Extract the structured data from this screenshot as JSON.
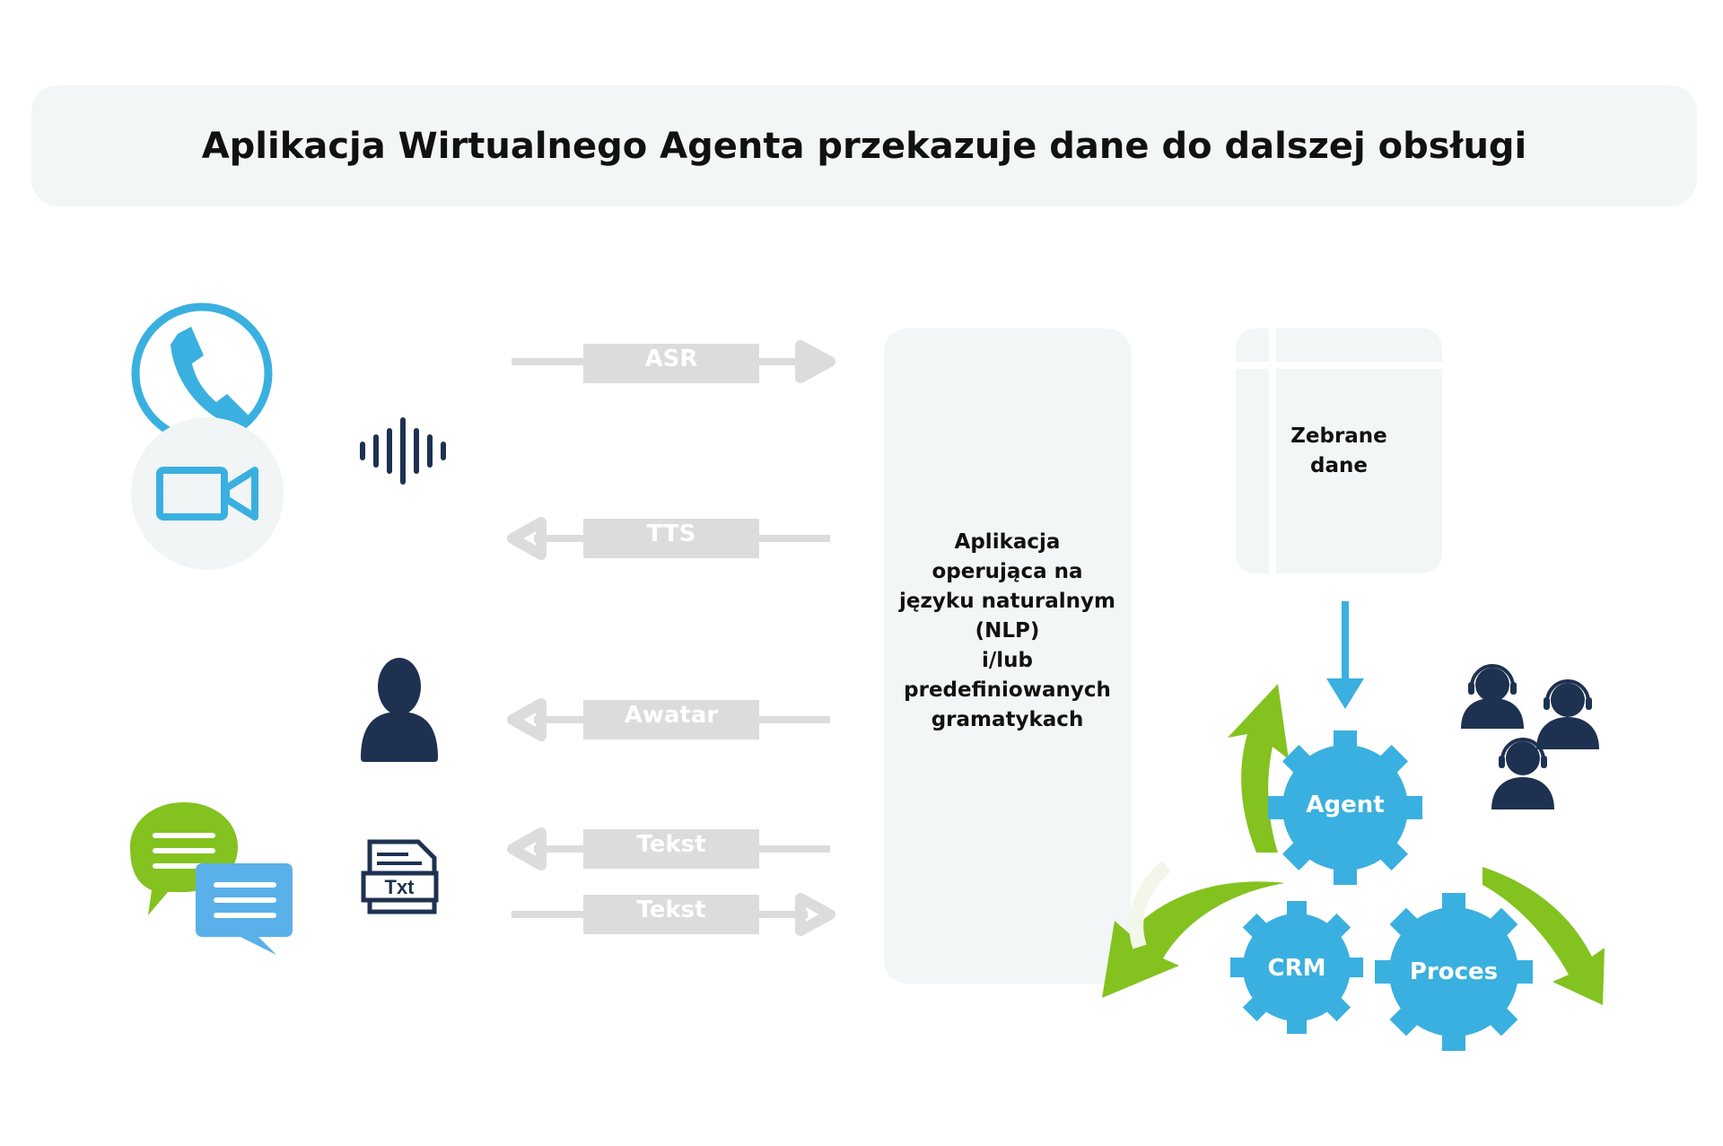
{
  "title": "Aplikacja Wirtualnego Agenta przekazuje dane do dalszej obsługi",
  "arrows": {
    "asr": "ASR",
    "tts": "TTS",
    "awatar": "Awatar",
    "tekst_in": "Tekst",
    "tekst_out": "Tekst"
  },
  "nlp_box": "Aplikacja\noperująca na\njęzyku naturalnym\n(NLP)\ni/lub\npredefiniowanych\ngramatykach",
  "collected_box": "Zebrane\ndane",
  "txt_icon_label": "Txt",
  "gears": {
    "agent": "Agent",
    "crm": "CRM",
    "proces": "Proces"
  },
  "colors": {
    "blue": "#3ab0e0",
    "navy": "#1e3150",
    "green": "#84c21f",
    "gray_arrow": "#dcdcdc",
    "panel": "#f3f6f6"
  },
  "icons": [
    "phone-icon",
    "video-camera-icon",
    "sound-wave-icon",
    "user-icon",
    "chat-bubbles-icon",
    "txt-file-icon",
    "headset-agents-icon",
    "gear-icon"
  ]
}
